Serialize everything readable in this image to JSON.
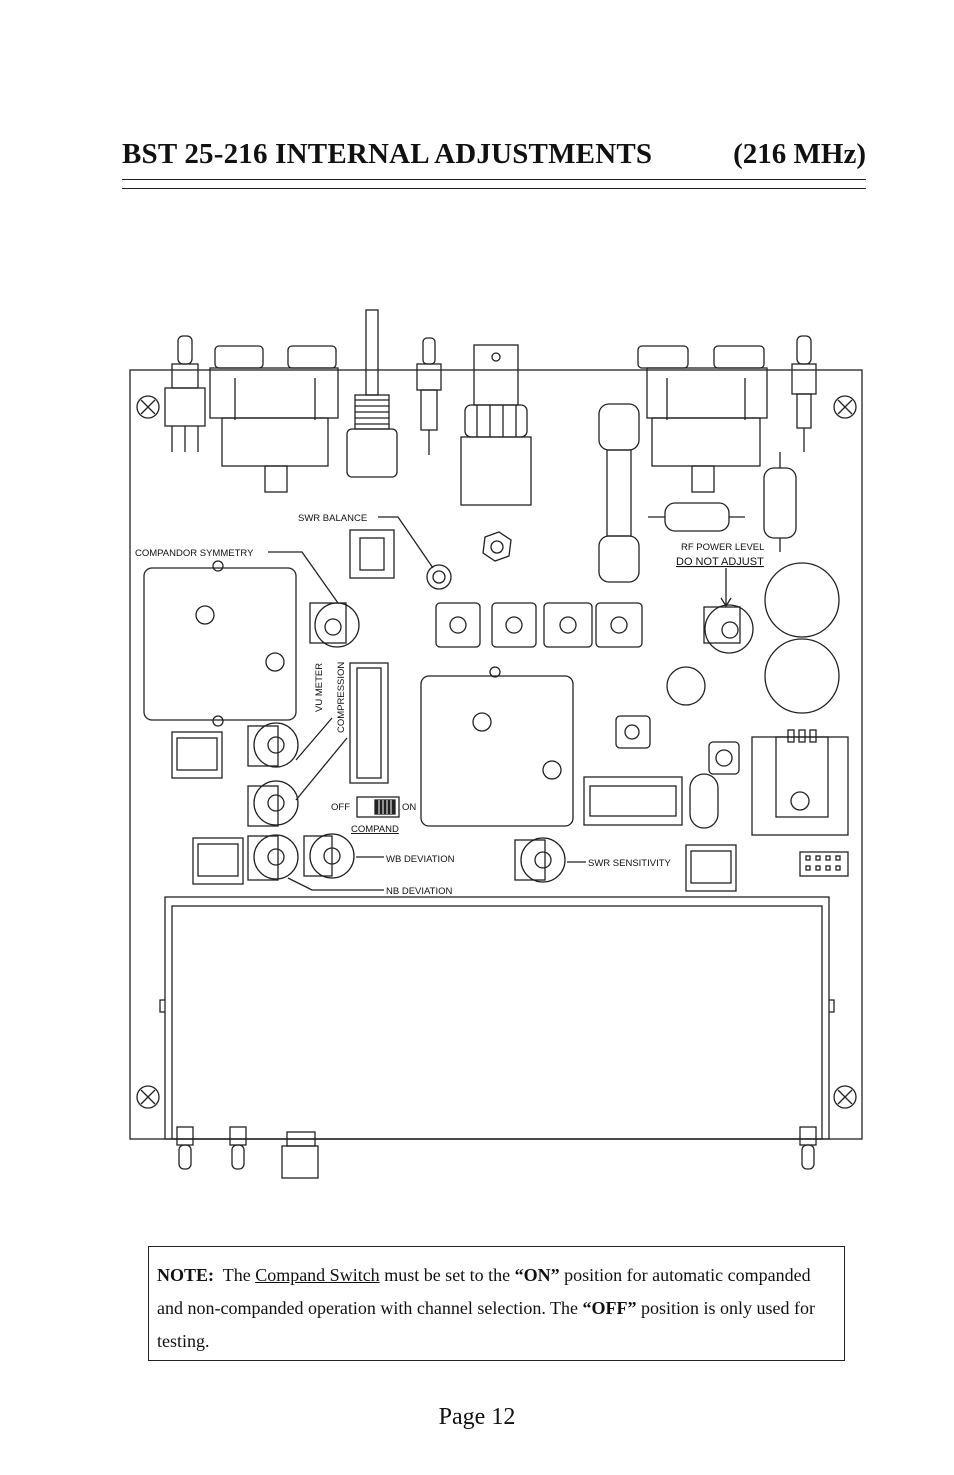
{
  "header": {
    "title": "BST 25-216 INTERNAL ADJUSTMENTS",
    "frequency": "(216 MHz)"
  },
  "diagram_labels": {
    "swr_balance": "SWR BALANCE",
    "compandor_symmetry": "COMPANDOR SYMMETRY",
    "vu_meter": "VU METER",
    "compression": "COMPRESSION",
    "rf_power_level": "RF POWER LEVEL",
    "do_not_adjust": "DO NOT ADJUST",
    "off": "OFF",
    "on": "ON",
    "compand": "COMPAND",
    "wb_deviation": "WB DEVIATION",
    "nb_deviation": "NB DEVIATION",
    "swr_sensitivity": "SWR SENSITIVITY"
  },
  "note": {
    "label": "NOTE:",
    "text_1": "The",
    "switch_name": "Compand Switch",
    "text_2": "must be set to the",
    "on_word": "“ON”",
    "text_3": "position for automatic companded and non-companded operation with channel selection.  The",
    "off_word": "“OFF”",
    "text_4": "position is only used for testing."
  },
  "footer": {
    "page": "Page 12"
  }
}
